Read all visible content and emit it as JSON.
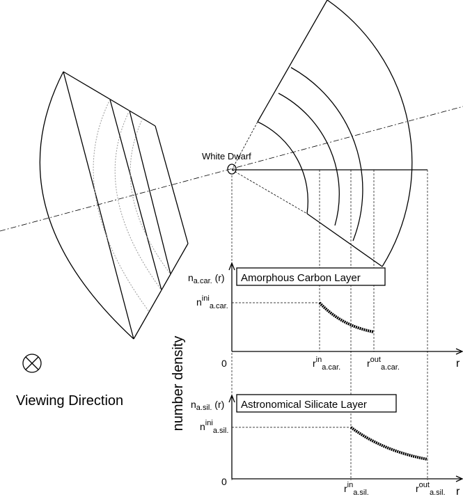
{
  "white_dwarf_label": "White Dwarf",
  "viewing_direction_label": "Viewing Direction",
  "y_axis_title": "number density",
  "r_axis_label": "r",
  "zero_label": "0",
  "carbon_panel": {
    "title": "Amorphous Carbon Layer",
    "ylabel_main": "n",
    "ylabel_sub": "a.car.",
    "ylabel_tail": " (r)",
    "ini_main": "n",
    "ini_sup": "ini",
    "ini_sub": "a.car.",
    "rin_main": "r",
    "rin_sup": "in",
    "rin_sub": "a.car.",
    "rout_main": "r",
    "rout_sup": "out",
    "rout_sub": "a.car."
  },
  "silicate_panel": {
    "title": "Astronomical Silicate Layer",
    "ylabel_main": "n",
    "ylabel_sub": "a.sil.",
    "ylabel_tail": " (r)",
    "ini_main": "n",
    "ini_sup": "ini",
    "ini_sub": "a.sil.",
    "rin_main": "r",
    "rin_sup": "in",
    "rin_sub": "a.sil.",
    "rout_main": "r",
    "rout_sup": "out",
    "rout_sub": "a.sil."
  }
}
